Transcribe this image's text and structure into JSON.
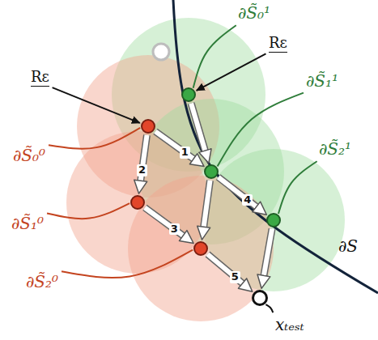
{
  "diagram": {
    "nodes": [
      {
        "text": [
          "∂S̃₀¹"
        ]
      },
      {
        "text": [
          "∂S̃₀⁰"
        ]
      },
      {
        "text": [
          "∂S̃₁¹"
        ]
      },
      {
        "text": [
          "∂S̃₁⁰"
        ]
      },
      {
        "text": [
          "∂S̃₂¹"
        ]
      },
      {
        "text": [
          "∂S̃₂⁰"
        ]
      },
      {
        "text": [
          "xₜₑₛₜ"
        ]
      }
    ],
    "edges": [
      {
        "from": 0,
        "to": 2,
        "arrow": "to"
      },
      {
        "from": 1,
        "to": 2,
        "arrow": "to",
        "label": "1"
      },
      {
        "from": 1,
        "to": 3,
        "arrow": "to",
        "label": "2"
      },
      {
        "from": 2,
        "to": 5,
        "arrow": "to"
      },
      {
        "from": 3,
        "to": 5,
        "arrow": "to",
        "label": "3"
      },
      {
        "from": 2,
        "to": 4,
        "arrow": "to",
        "label": "4"
      },
      {
        "from": 4,
        "to": 6,
        "arrow": "to"
      },
      {
        "from": 5,
        "to": 6,
        "arrow": "to",
        "label": "5"
      }
    ],
    "labels": [
      "Rε",
      "Rε",
      "∂S"
    ]
  }
}
